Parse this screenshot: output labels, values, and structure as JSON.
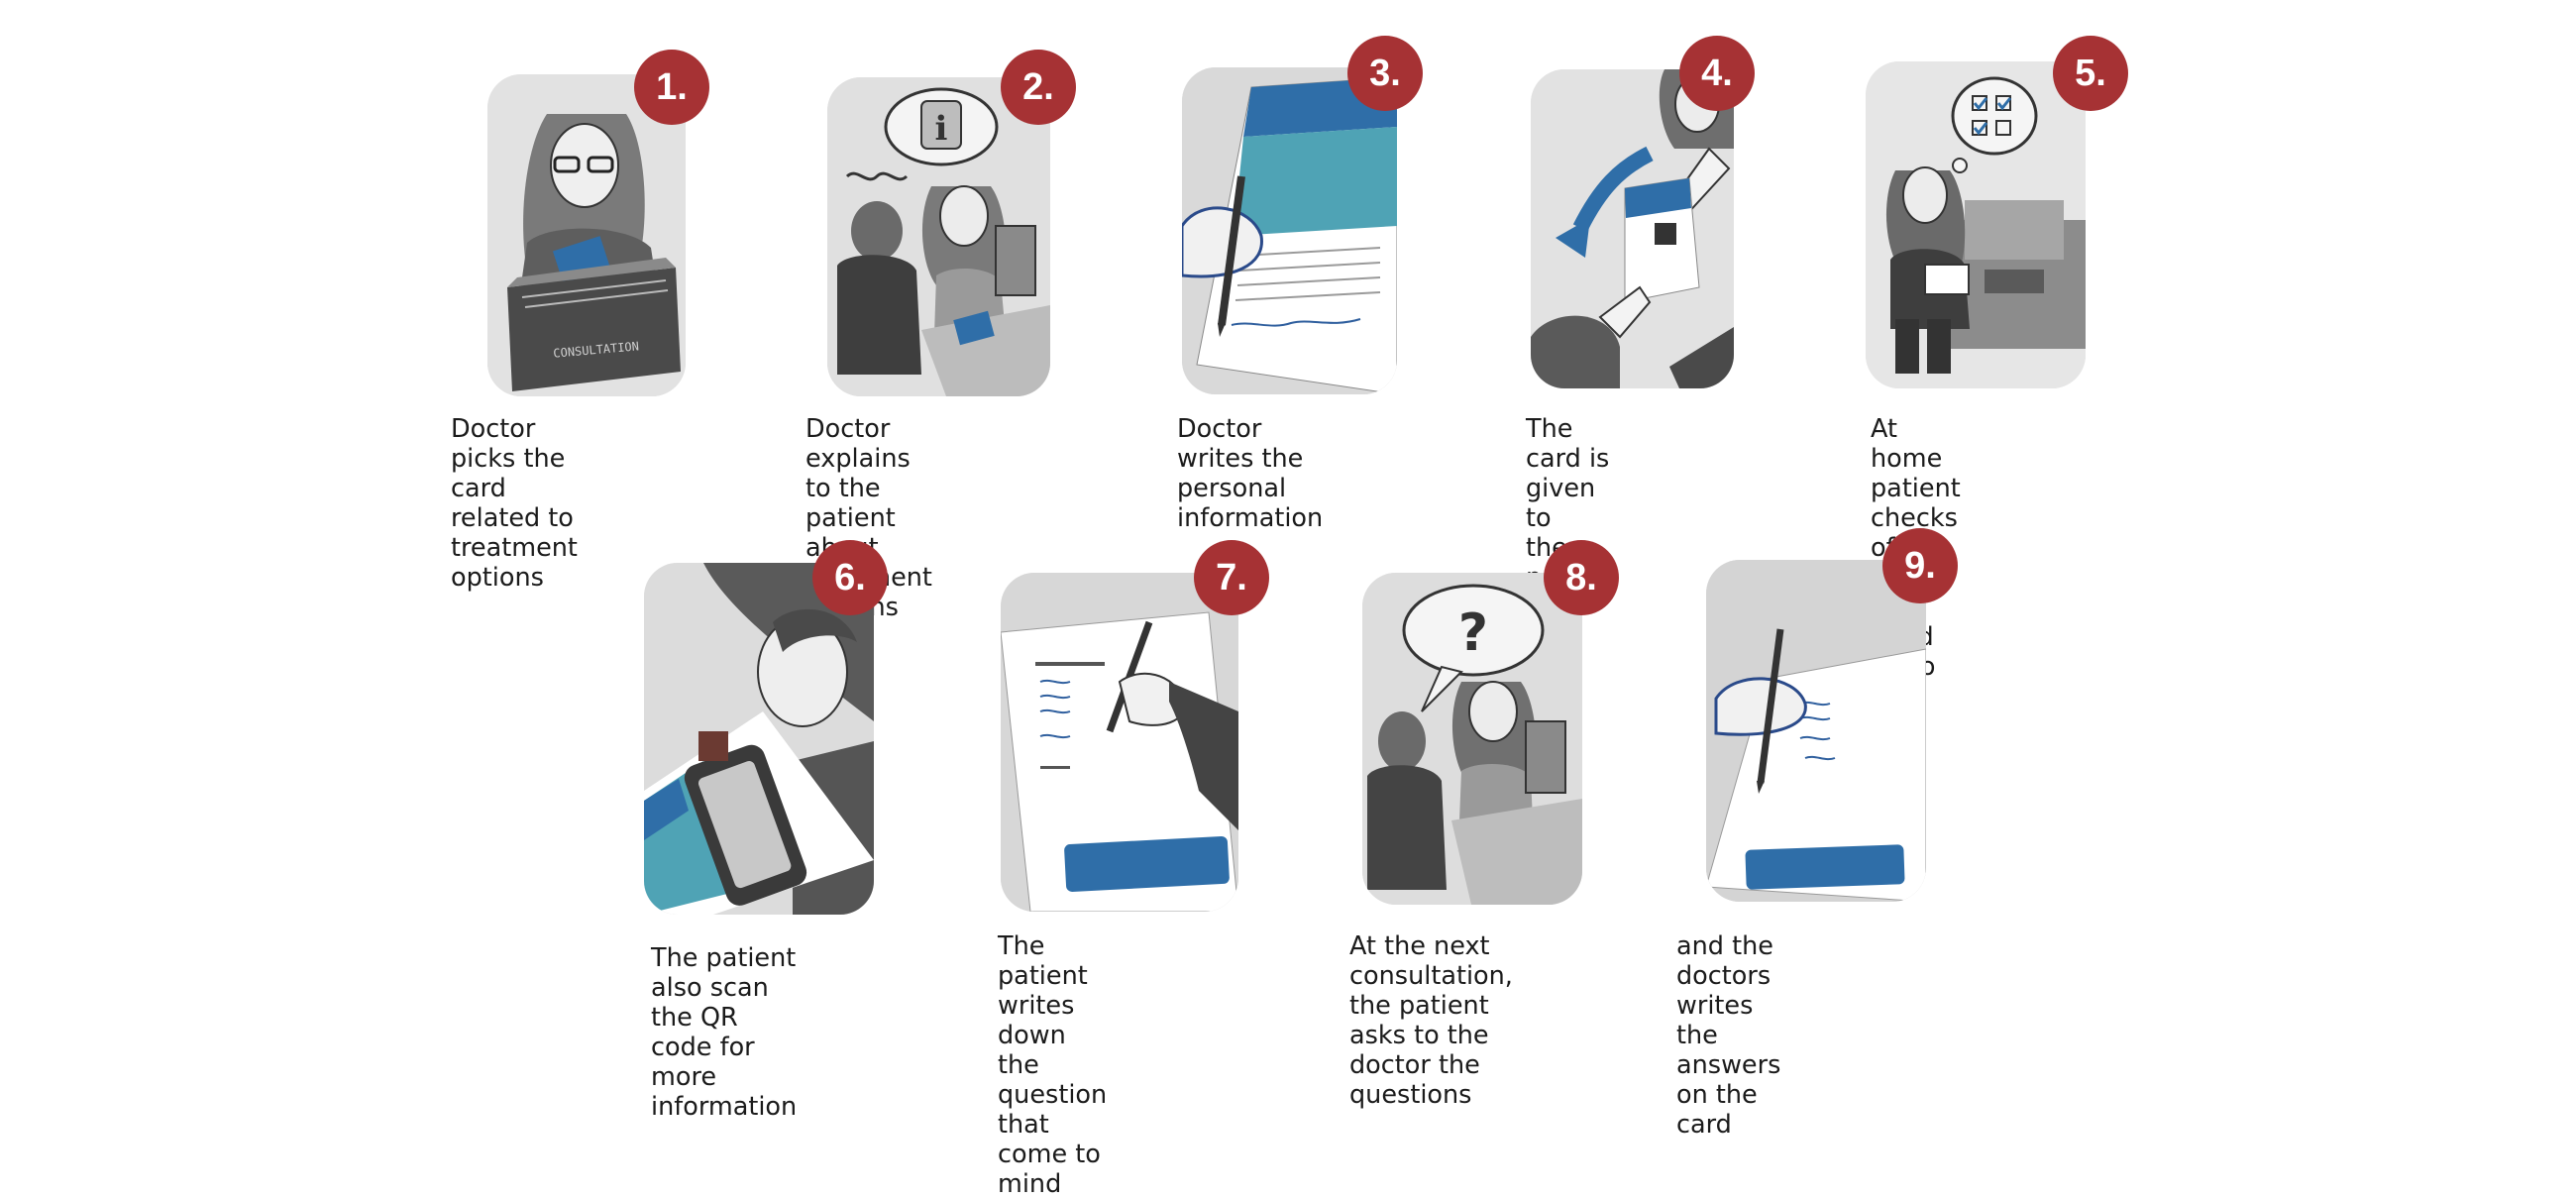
{
  "steps": [
    {
      "number": "1.",
      "caption": "Doctor picks the card\nrelated to treatment\noptions",
      "box_label": "CONSULTATION",
      "icon": "card-box-icon"
    },
    {
      "number": "2.",
      "caption": "Doctor explains to the\npatient about treatment\noptions",
      "bubble_symbol": "i",
      "icon": "info-bubble-icon"
    },
    {
      "number": "3.",
      "caption": "Doctor writes the\npersonal\ninformation",
      "icon": "pen-card-icon"
    },
    {
      "number": "4.",
      "caption": "The card is given to\nthe patient",
      "icon": "handover-arrow-icon"
    },
    {
      "number": "5.",
      "caption": "At home patient\nchecks off the tasks\nthey need to do",
      "icon": "checklist-bubble-icon"
    },
    {
      "number": "6.",
      "caption": "The patient also scan\nthe QR code for more\ninformation",
      "icon": "qr-phone-icon"
    },
    {
      "number": "7.",
      "caption": "The patient writes\ndown the question\nthat come to mind",
      "icon": "writing-card-icon"
    },
    {
      "number": "8.",
      "caption": "At the next consultation,\nthe patient asks to the\ndoctor the questions",
      "bubble_symbol": "?",
      "icon": "question-bubble-icon"
    },
    {
      "number": "9.",
      "caption": "and the doctors writes\nthe answers on the card",
      "icon": "answer-card-icon"
    }
  ],
  "colors": {
    "badge": "#a63234",
    "accent_blue": "#2f6ea8",
    "panel_gray": "#dedede"
  }
}
